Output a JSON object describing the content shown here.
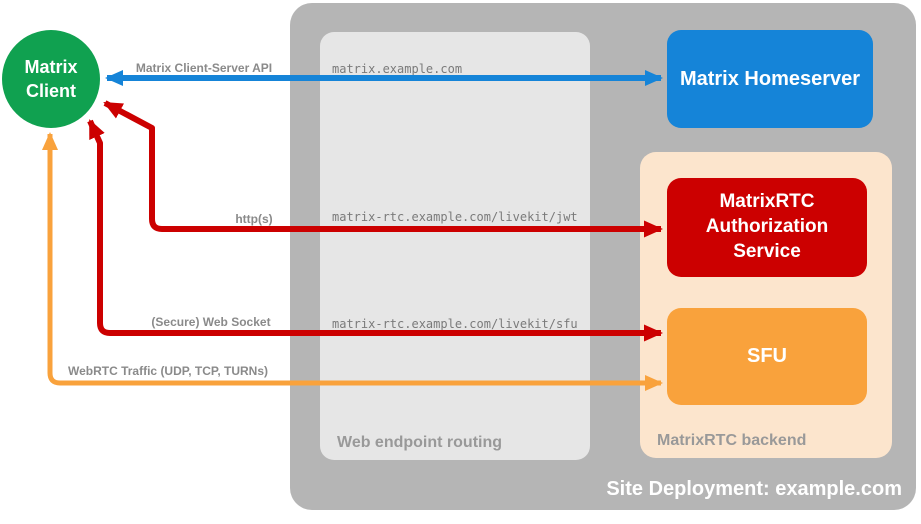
{
  "colors": {
    "client_green": "#10a150",
    "homeserver_blue": "#1584d8",
    "auth_service_red": "#cc0000",
    "sfu_orange": "#f9a23c",
    "backend_peach": "#fce5cd",
    "site_container_gray": "#b5b5b5",
    "routing_box_gray": "#e6e6e6",
    "label_gray": "#999999"
  },
  "client": {
    "label": "Matrix Client"
  },
  "site": {
    "label": "Site Deployment: example.com",
    "homeserver": {
      "label": "Matrix Homeserver"
    },
    "web_routing": {
      "label": "Web endpoint routing",
      "endpoints": [
        "matrix.example.com",
        "matrix-rtc.example.com/livekit/jwt",
        "matrix-rtc.example.com/livekit/sfu"
      ]
    },
    "rtc_backend": {
      "label": "MatrixRTC backend",
      "auth_service": {
        "label": "MatrixRTC Authorization Service"
      },
      "sfu": {
        "label": "SFU"
      }
    }
  },
  "connections": {
    "cs_api": {
      "label": "Matrix Client-Server API",
      "color": "#1584d8",
      "from": "Matrix Homeserver",
      "to": "Matrix Client",
      "bidirectional": true
    },
    "https": {
      "label": "http(s)",
      "color": "#cc0000",
      "from": "MatrixRTC Authorization Service",
      "to": "Matrix Client",
      "bidirectional": true
    },
    "websocket": {
      "label": "(Secure) Web Socket",
      "color": "#cc0000",
      "from": "SFU",
      "to": "Matrix Client",
      "bidirectional": true
    },
    "webrtc": {
      "label": "WebRTC Traffic (UDP, TCP, TURNs)",
      "color": "#f9a23c",
      "from": "SFU",
      "to": "Matrix Client",
      "bidirectional": true
    }
  }
}
